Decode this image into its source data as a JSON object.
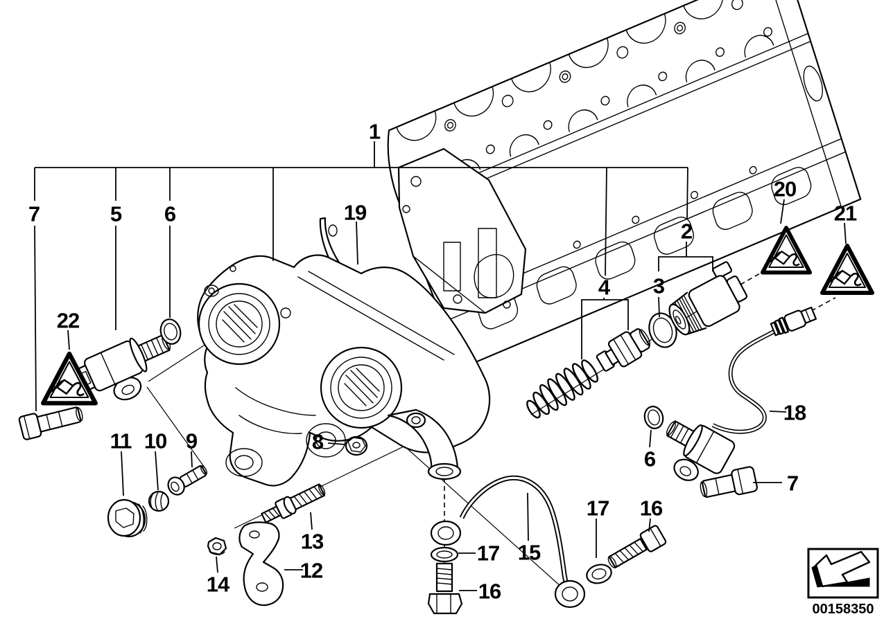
{
  "diagram": {
    "part_number": "00158350",
    "colors": {
      "line": "#000000",
      "background": "#ffffff"
    },
    "icons": {
      "warning_triangle": "electrical-plug-cable-warning-icon",
      "footer_arrow": "direction-arrow-icon"
    },
    "callouts": [
      {
        "label": "1"
      },
      {
        "label": "2"
      },
      {
        "label": "3"
      },
      {
        "label": "4"
      },
      {
        "label": "5"
      },
      {
        "label": "6"
      },
      {
        "label": "7"
      },
      {
        "label": "8"
      },
      {
        "label": "9"
      },
      {
        "label": "10"
      },
      {
        "label": "11"
      },
      {
        "label": "12"
      },
      {
        "label": "13"
      },
      {
        "label": "14"
      },
      {
        "label": "15"
      },
      {
        "label": "16"
      },
      {
        "label": "16"
      },
      {
        "label": "17"
      },
      {
        "label": "17"
      },
      {
        "label": "18"
      },
      {
        "label": "19"
      },
      {
        "label": "20"
      },
      {
        "label": "21"
      },
      {
        "label": "22"
      },
      {
        "label": "6"
      },
      {
        "label": "7"
      }
    ]
  }
}
